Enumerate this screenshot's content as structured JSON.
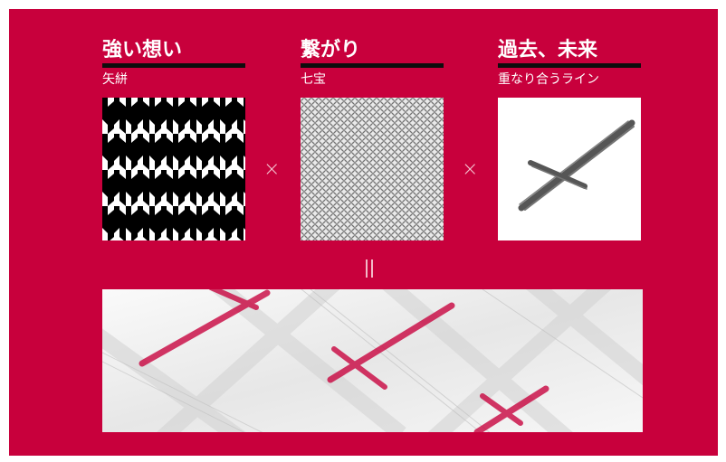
{
  "panels": [
    {
      "title": "強い想い",
      "subtitle": "矢絣"
    },
    {
      "title": "繋がり",
      "subtitle": "七宝"
    },
    {
      "title": "過去、未来",
      "subtitle": "重なり合うライン"
    }
  ],
  "operators": {
    "times": "×",
    "equals": "="
  },
  "colors": {
    "background": "#c8003c",
    "accent_line": "#c8003c",
    "title_bar": "#0d0d0d",
    "operator": "#f4c2cf"
  }
}
